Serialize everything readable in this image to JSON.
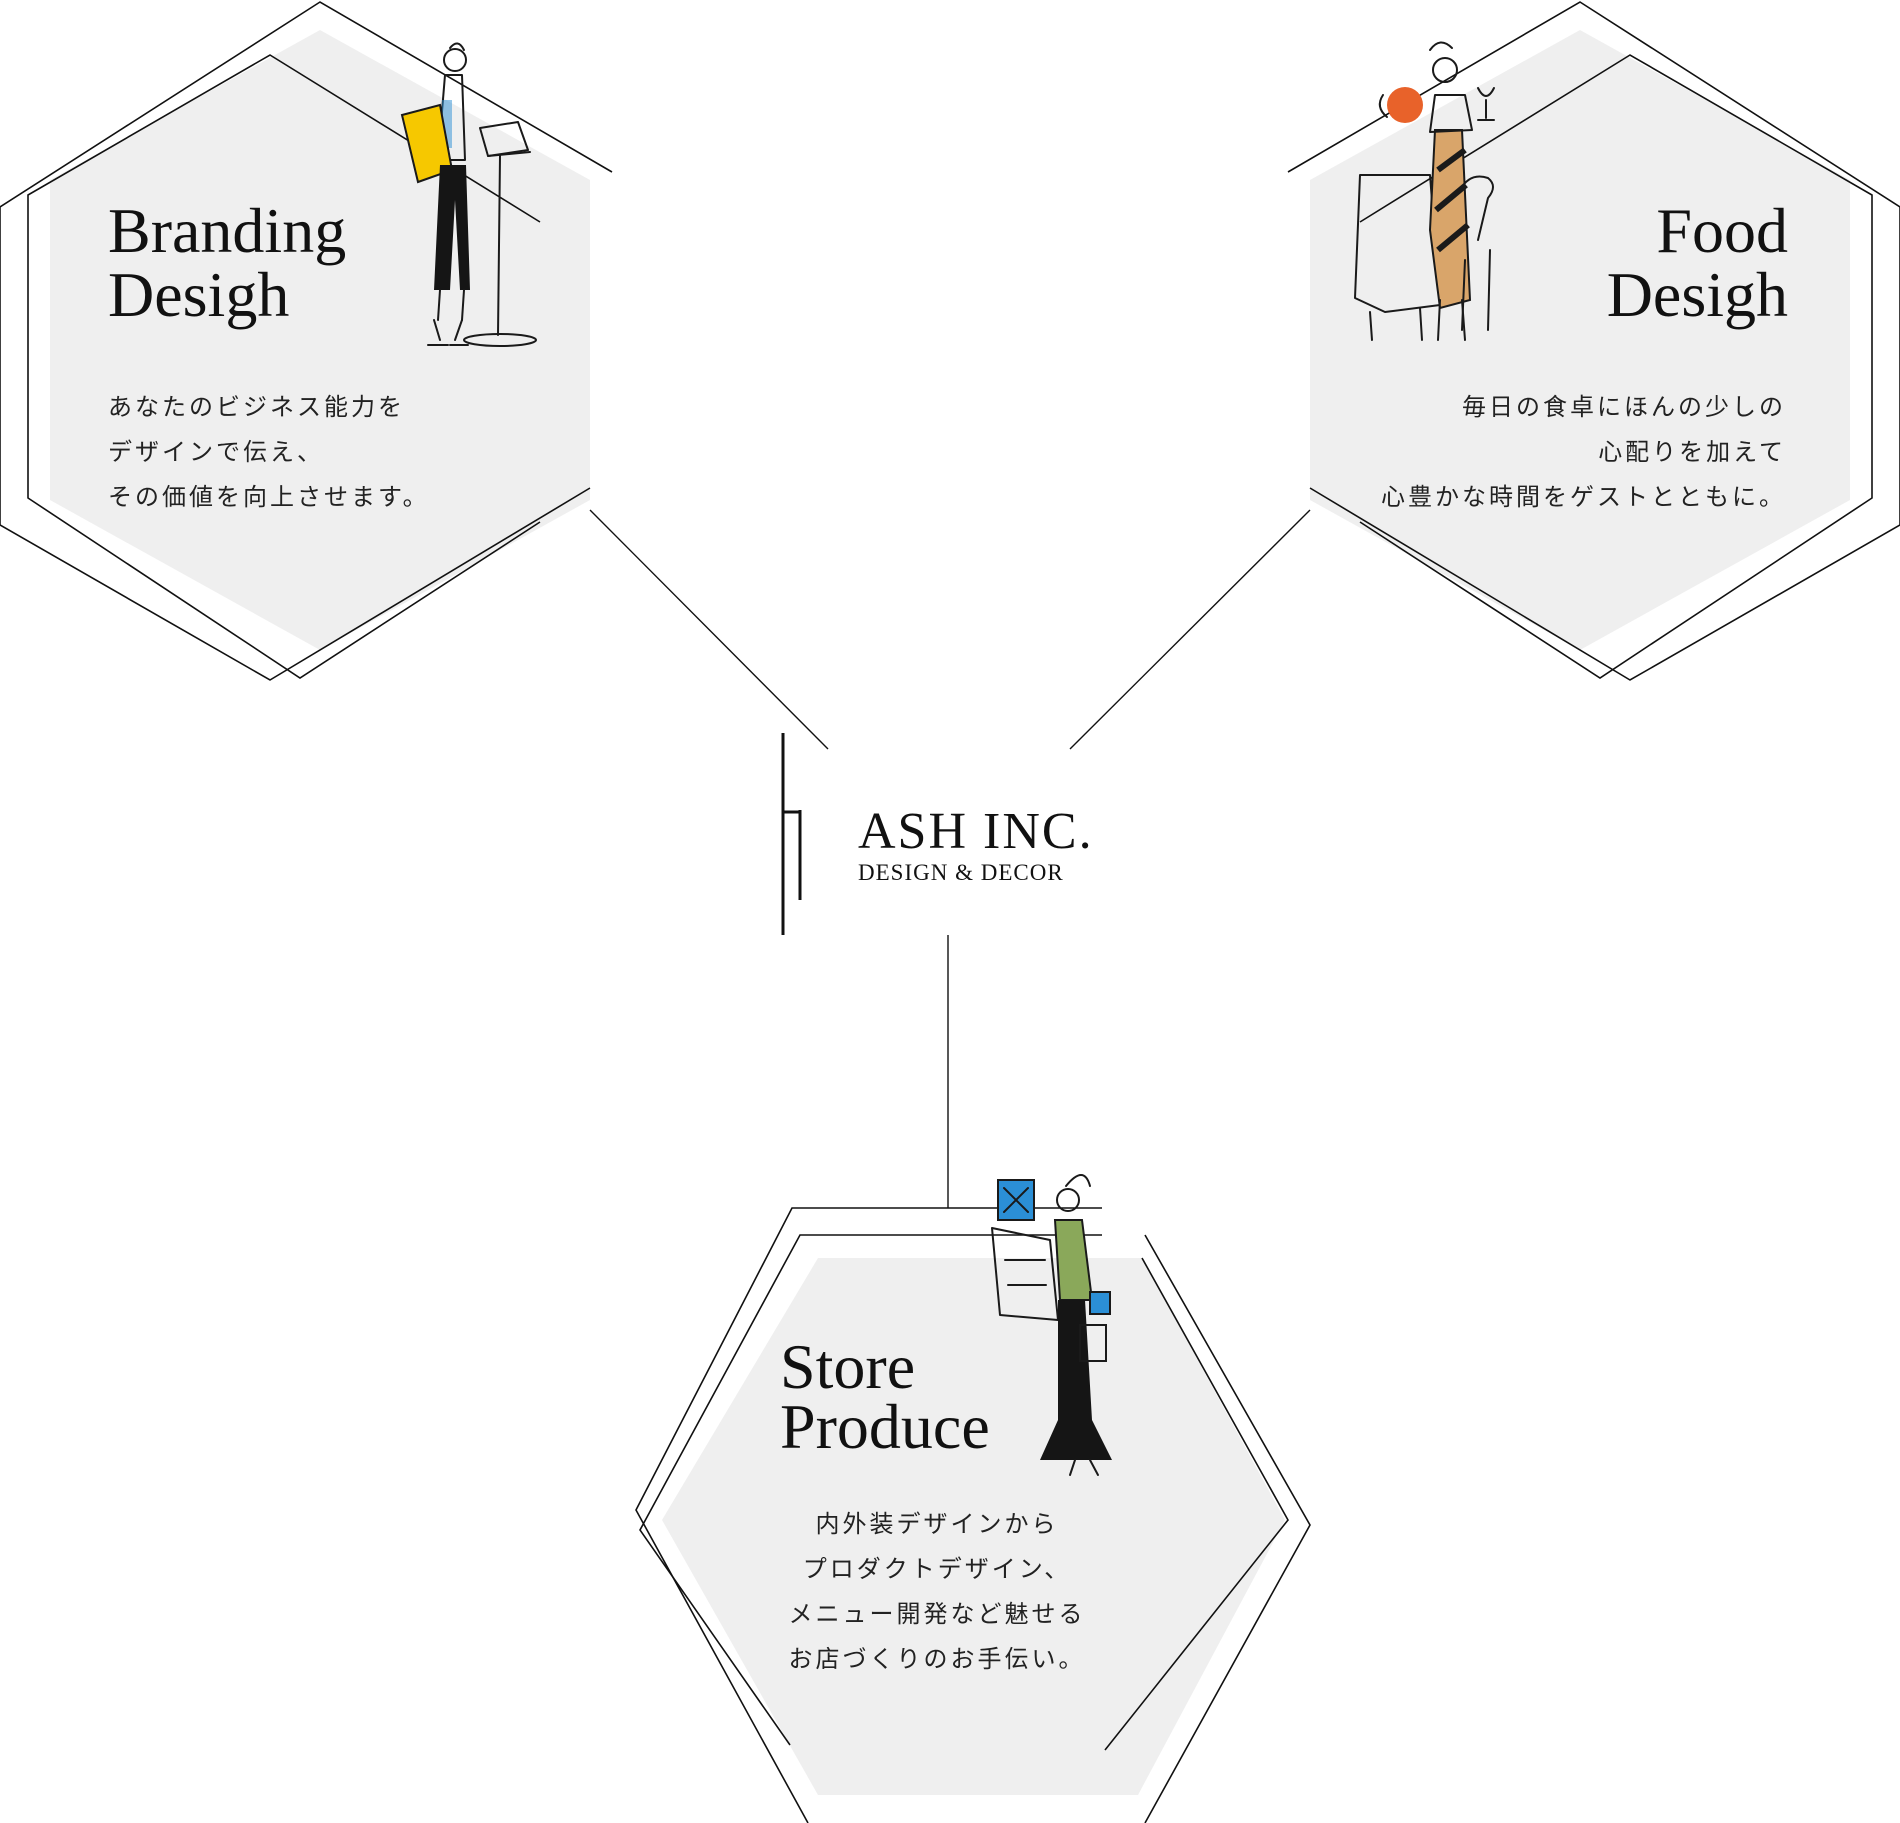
{
  "logo": {
    "name": "ASH INC.",
    "tagline": "DESIGN & DECOR"
  },
  "services": [
    {
      "id": "branding",
      "title_lines": [
        "Branding",
        "Desigh"
      ],
      "body_lines": [
        "あなたのビジネス能力を",
        "デザインで伝え、",
        "その価値を向上させます。"
      ]
    },
    {
      "id": "food",
      "title_lines": [
        "Food",
        "Desigh"
      ],
      "body_lines": [
        "毎日の食卓にほんの少しの",
        "心配りを加えて",
        "心豊かな時間をゲストとともに。"
      ]
    },
    {
      "id": "store",
      "title_lines": [
        "Store",
        "Produce"
      ],
      "body_lines": [
        "内外装デザインから",
        "プロダクトデザイン、",
        "メニュー開発など魅せる",
        "お店づくりのお手伝い。"
      ]
    }
  ],
  "colors": {
    "hex_fill": "#efefef",
    "line": "#111111",
    "accent_yellow": "#f6c800",
    "accent_orange": "#e8622a",
    "accent_tan": "#d9a56a",
    "accent_blue": "#2b8fd6",
    "accent_green": "#8aa85a"
  },
  "icons": [
    "branding-illustration",
    "food-illustration",
    "store-illustration",
    "ash-logo-mark"
  ]
}
